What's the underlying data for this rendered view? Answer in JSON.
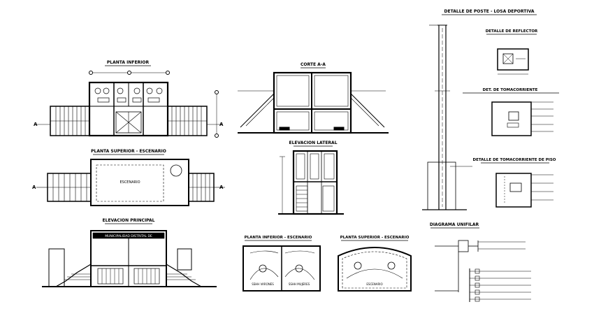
{
  "titles": {
    "planta_inferior": "PLANTA INFERIOR",
    "corte_aa": "CORTE A-A",
    "planta_superior_escenario": "PLANTA SUPERIOR - ESCENARIO",
    "elevacion_lateral": "ELEVACION LATERAL",
    "elevacion_principal": "ELEVACION PRINCIPAL",
    "planta_inferior_escenario": "PLANTA INFERIOR - ESCENARIO",
    "planta_superior_escenario_2": "PLANTA SUPERIOR - ESCENARIO",
    "detalle_poste": "DETALLE DE POSTE - LOSA DEPORTIVA",
    "detalle_reflector": "DETALLE DE REFLECTOR",
    "detalle_tomacorriente": "DET. DE TOMACORRIENTE",
    "detalle_tomacorriente_piso": "DETALLE DE TOMACORRIENTE DE PISO",
    "diagrama_unifilar": "DIAGRAMA UNIFILAR"
  },
  "labels": {
    "escenario": "ESCENARIO",
    "escenario_2": "ESCENARIO",
    "banner_fachada": "MUNICIPALIDAD DISTRITAL DE",
    "ssvv_varones": "SSHH VARONES",
    "ssvv_mujeres": "SSHH MUJERES",
    "marker_a_left_1": "A",
    "marker_a_right_1": "A",
    "marker_a_left_2": "A",
    "marker_a_right_2": "A"
  }
}
